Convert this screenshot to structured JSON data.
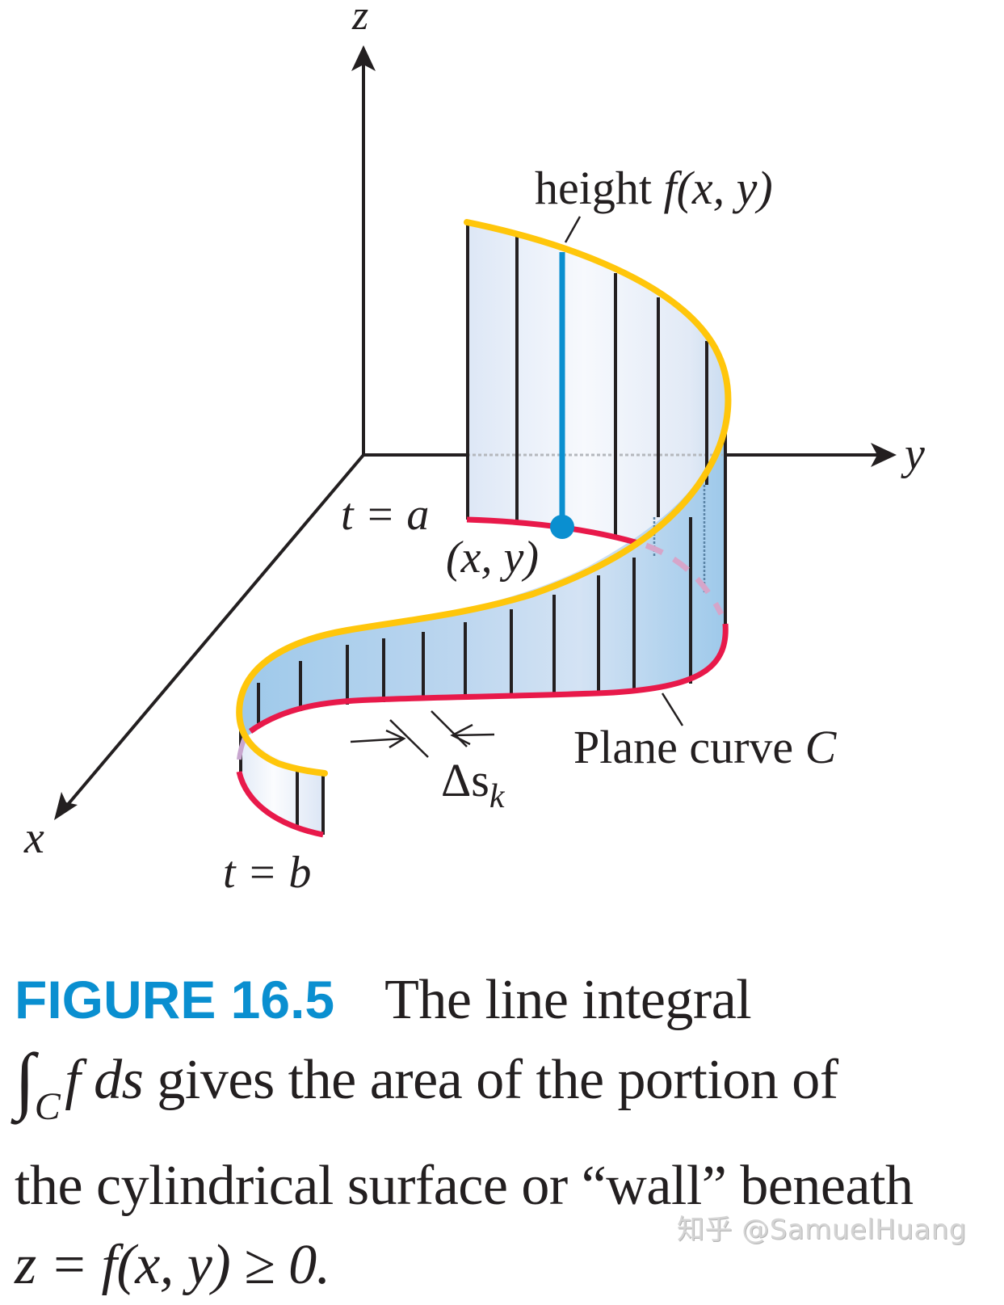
{
  "figure": {
    "axes": {
      "z_label": "z",
      "y_label": "y",
      "x_label": "x"
    },
    "labels": {
      "height": "height ",
      "height_func": "f(x, y)",
      "t_a": "t = a",
      "point": "(x, y)",
      "delta_s": "Δs",
      "delta_s_sub": "k",
      "plane_curve": "Plane curve ",
      "plane_curve_c": "C",
      "t_b": "t = b"
    },
    "colors": {
      "top_curve": "#ffc60b",
      "plane_curve": "#e8194a",
      "height_line": "#0a8fd0",
      "point": "#0a8fd0",
      "wall_light": "#e6eef9",
      "wall_dark": "#9ec9ea",
      "hidden_curve": "#d6a5c9",
      "axes": "#231f20"
    }
  },
  "caption": {
    "figure_number": "FIGURE 16.5",
    "line1": "The line integral",
    "integral_sign": "∫",
    "integral_sub": "C",
    "integrand": "f ds",
    "line2_rest": " gives the area of the portion of",
    "line3": "the cylindrical surface or “wall” beneath",
    "line4_math": "z = f(x, y) ≥ 0."
  },
  "watermark": {
    "text": "知乎 @SamuelHuang"
  }
}
